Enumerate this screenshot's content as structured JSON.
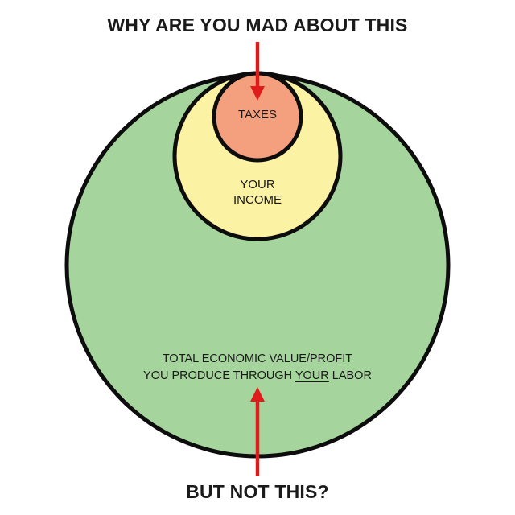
{
  "diagram": {
    "top_question": "WHY ARE YOU MAD ABOUT THIS",
    "bottom_question": "BUT NOT THIS?",
    "circles": {
      "taxes": {
        "label": "TAXES",
        "fill": "#f4a07e"
      },
      "income": {
        "label_line1": "YOUR",
        "label_line2": "INCOME",
        "fill": "#fbf2a4"
      },
      "total_value": {
        "label_line1": "TOTAL ECONOMIC VALUE/PROFIT",
        "label_line2_before": "YOU PRODUCE THROUGH ",
        "label_line2_emphasis": "YOUR",
        "label_line2_after": " LABOR",
        "fill": "#a5d49d"
      }
    },
    "arrow_color": "#e01b1b",
    "outline_color": "#0d0d0d"
  }
}
